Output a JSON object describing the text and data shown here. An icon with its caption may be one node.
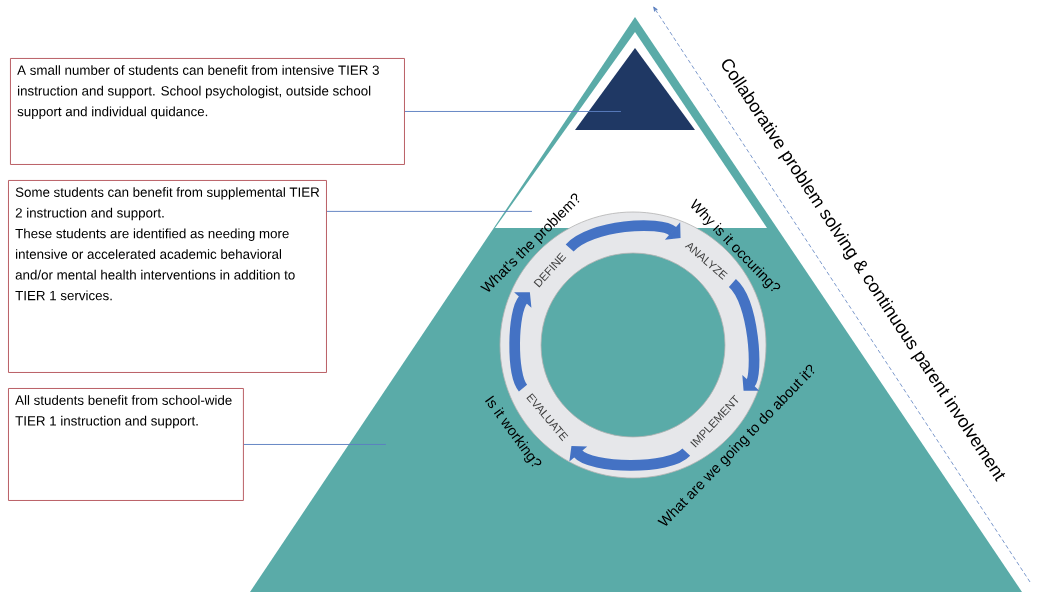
{
  "diagram": {
    "nodes": [
      {
        "text": [
          "A small number of students can benefit from intensive TIER 3 instruction and support. School psychologist, outside school support and individual quidance."
        ]
      },
      {
        "text": [
          "Some students can benefit from supplemental TIER 2 instruction and support.",
          "These students are identified as needing more intensive or accelerated academic behavioral and/or mental health interventions in addition to TIER 1 services."
        ]
      },
      {
        "text": [
          "All students benefit from school-wide TIER 1 instruction and support."
        ]
      },
      {
        "text": [],
        "shape": "triangle"
      },
      {
        "text": [],
        "shape": "triangle",
        "in": 3
      },
      {
        "text": [],
        "shape": "triangle",
        "in": 4
      },
      {
        "text": [
          "DEFINE"
        ],
        "in": 3,
        "beside": [
          "What's the problem?"
        ]
      },
      {
        "text": [
          "ANALYZE"
        ],
        "in": 3,
        "beside": [
          "Why is it occuring?"
        ]
      },
      {
        "text": [
          "IMPLEMENT"
        ],
        "in": 3,
        "beside": [
          "What are we going to do about it?"
        ]
      },
      {
        "text": [
          "EVALUATE"
        ],
        "in": 3,
        "beside": [
          "Is it working?"
        ]
      }
    ],
    "edges": [
      {
        "from": 0,
        "to": 5,
        "arrow": "none"
      },
      {
        "from": 1,
        "to": 4,
        "arrow": "none"
      },
      {
        "from": 2,
        "to": 3,
        "arrow": "none"
      },
      {
        "from": 6,
        "to": 7,
        "arrow": "to",
        "color": "#4472c4"
      },
      {
        "from": 7,
        "to": 8,
        "arrow": "to",
        "color": "#4472c4"
      },
      {
        "from": 8,
        "to": 9,
        "arrow": "to",
        "color": "#4472c4"
      },
      {
        "from": 9,
        "to": 6,
        "arrow": "to",
        "color": "#4472c4"
      }
    ],
    "labels": [
      "Collaborative problem solving & continuous parent involvement"
    ]
  }
}
